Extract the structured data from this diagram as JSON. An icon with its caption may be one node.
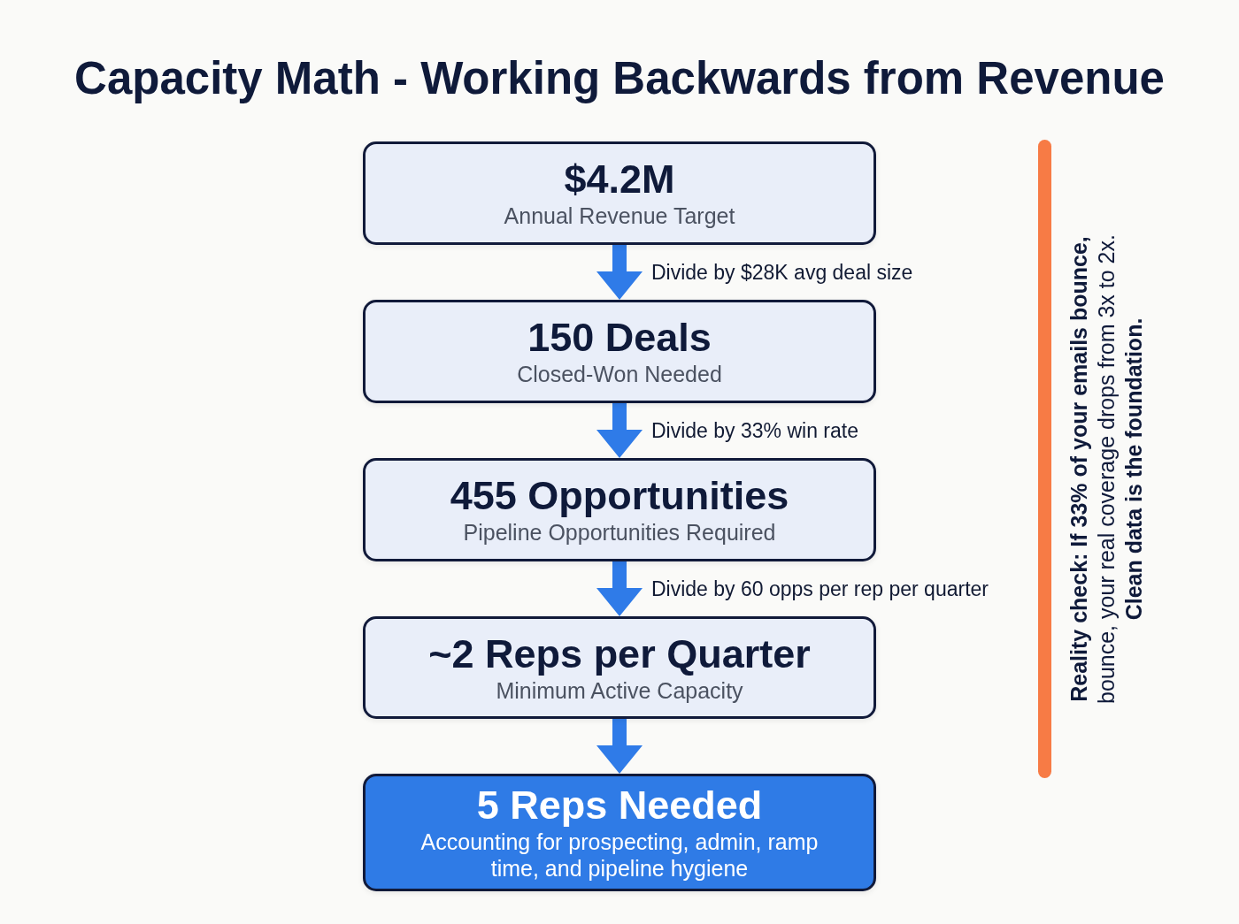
{
  "diagram": {
    "title": "Capacity Math - Working Backwards from Revenue",
    "nodes": [
      {
        "text": [
          "$4.2M",
          "Annual Revenue Target"
        ]
      },
      {
        "text": [
          "150 Deals",
          "Closed-Won Needed"
        ]
      },
      {
        "text": [
          "455 Opportunities",
          "Pipeline Opportunities Required"
        ]
      },
      {
        "text": [
          "~2 Reps per Quarter",
          "Minimum Active Capacity"
        ]
      },
      {
        "text": [
          "5 Reps Needed",
          "Accounting for prospecting, admin, ramp time, and pipeline hygiene"
        ]
      }
    ],
    "edges": [
      {
        "from": 0,
        "to": 1,
        "arrow": "to",
        "label": "Divide by $28K avg deal size"
      },
      {
        "from": 1,
        "to": 2,
        "arrow": "to",
        "label": "Divide by 33% win rate"
      },
      {
        "from": 2,
        "to": 3,
        "arrow": "to",
        "label": "Divide by 60 opps per rep per quarter"
      },
      {
        "from": 3,
        "to": 4,
        "arrow": "to"
      }
    ],
    "labels": [
      "**Reality check: If 33% of your emails bounce,** bounce, your real coverage drops from 3x to 2x. **Clean data is the foundation.**"
    ]
  }
}
